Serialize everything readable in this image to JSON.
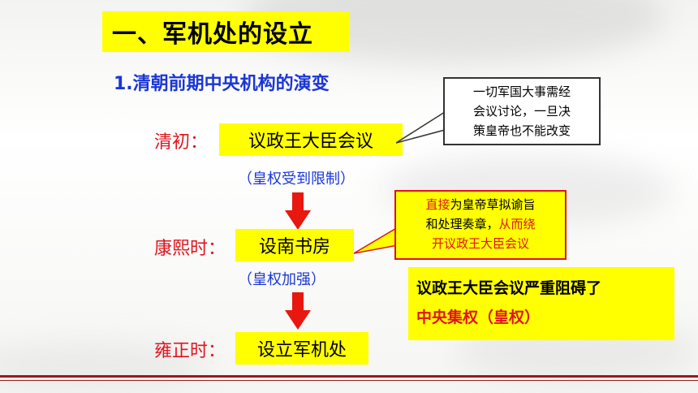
{
  "title": "一、军机处的设立",
  "subtitle": "1.清朝前期中央机构的演变",
  "eras": [
    {
      "label": "清初：",
      "body": "议政王大臣会议",
      "note": "（皇权受到限制）"
    },
    {
      "label": "康熙时：",
      "body": "设南书房",
      "note": "（皇权加强）"
    },
    {
      "label": "雍正时：",
      "body": "设立军机处"
    }
  ],
  "callout1": {
    "lines": [
      "一切军国大事需经",
      "会议讨论，一旦决",
      "策皇帝也不能改变"
    ]
  },
  "callout2": {
    "line1_red": "直接",
    "line1_rest": "为皇帝草拟谕旨",
    "line2_black": "和处理奏章，",
    "line2_red": "从而绕",
    "line3_red": "开议政王大臣会议"
  },
  "summary": {
    "line1": "议政王大臣会议严重阻碍了",
    "line2": "中央集权（皇权）"
  },
  "colors": {
    "highlight": "#ffff00",
    "era": "#e0141e",
    "blue": "#1a36d6",
    "arrow": "#e8170f"
  }
}
